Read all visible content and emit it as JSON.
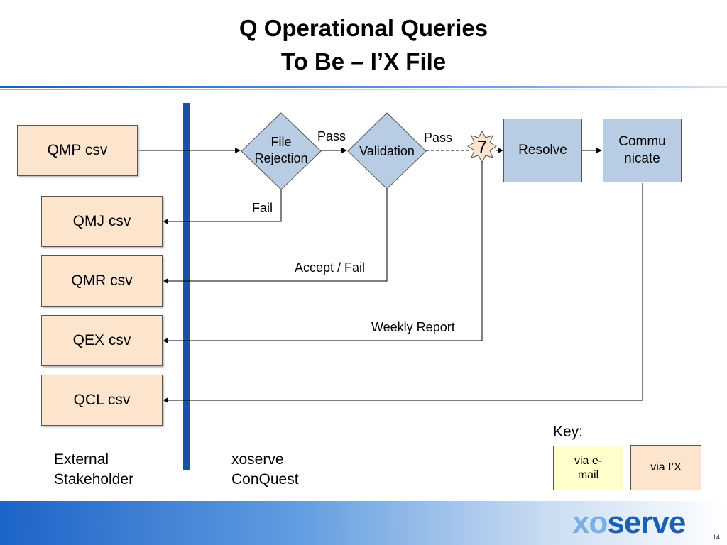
{
  "title": {
    "line1": "Q Operational Queries",
    "line2": "To Be – I’X File"
  },
  "external_files": {
    "qmp": "QMP csv",
    "qmj": "QMJ csv",
    "qmr": "QMR csv",
    "qex": "QEX csv",
    "qcl": "QCL csv"
  },
  "process": {
    "file_rejection": "File\nRejection",
    "validation": "Validation",
    "step_number": "7",
    "resolve": "Resolve",
    "communicate": "Commu\nnicate"
  },
  "edge_labels": {
    "pass1": "Pass",
    "pass2": "Pass",
    "fail": "Fail",
    "accept_fail": "Accept / Fail",
    "weekly_report": "Weekly Report"
  },
  "swimlanes": {
    "left": "External\nStakeholder",
    "right": "xoserve\nConQuest"
  },
  "key": {
    "title": "Key:",
    "email": "via e-\nmail",
    "ix": "via I’X"
  },
  "footer": {
    "logo_x": "xo",
    "logo_rest": "serve",
    "page_number": "14"
  },
  "colors": {
    "external_fill": "#fde4cc",
    "process_fill": "#b8cce4",
    "email_fill": "#ffffcc",
    "divider": "#1f4ea8"
  }
}
